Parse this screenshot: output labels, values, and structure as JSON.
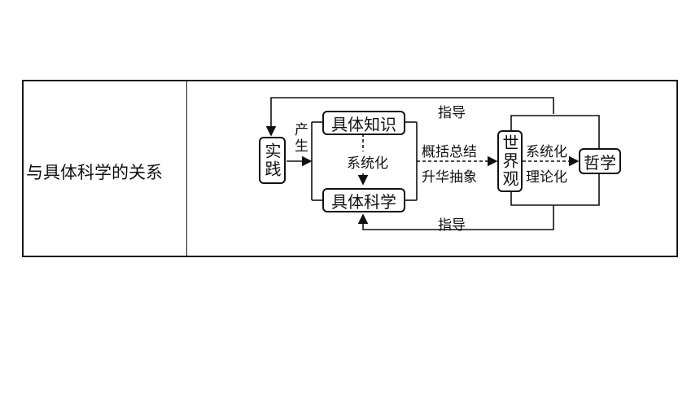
{
  "row_label": "与具体科学的关系",
  "diagram": {
    "practice": "实践",
    "produce": "产生",
    "specific_knowledge": "具体知识",
    "specific_science": "具体科学",
    "systematize": "系统化",
    "guide_top": "指导",
    "guide_bottom": "指导",
    "generalize": "概括总结",
    "abstract": "升华抽象",
    "worldview": "世界观",
    "systematize2": "系统化",
    "theorize": "理论化",
    "philosophy": "哲学"
  }
}
